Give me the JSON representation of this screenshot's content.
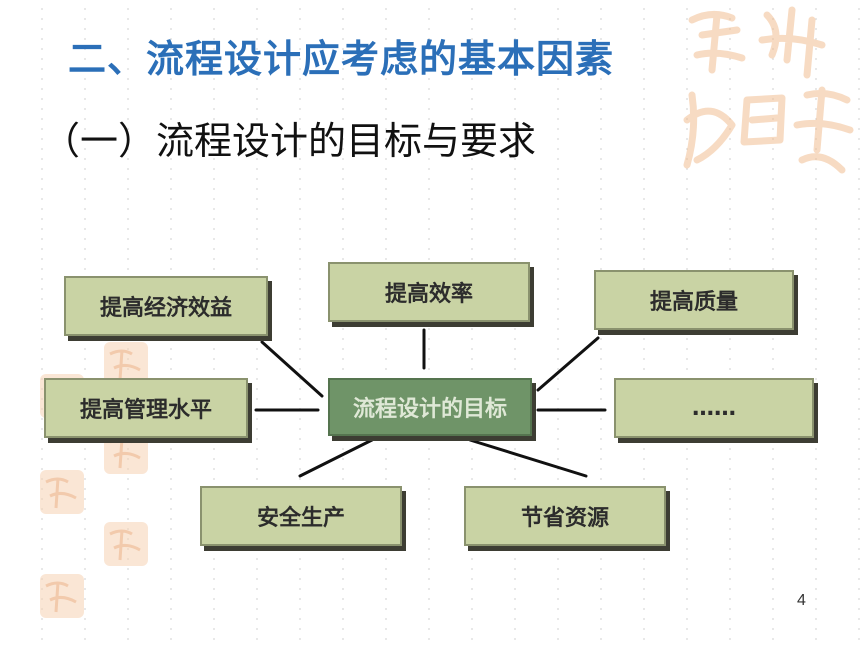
{
  "slide": {
    "title": "二、流程设计应考虑的基本因素",
    "subtitle": "（一）流程设计的目标与要求",
    "page_number": "4"
  },
  "diagram": {
    "center": "流程设计的目标",
    "nodes": {
      "benefit": "提高经济效益",
      "efficiency": "提高效率",
      "quality": "提高质量",
      "management": "提高管理水平",
      "more": "……",
      "safety": "安全生产",
      "resources": "节省资源"
    }
  },
  "colors": {
    "title": "#2b6fb8",
    "box_fill": "#c9d3a4",
    "center_fill": "#6f9468",
    "seal": "#f0b989"
  }
}
